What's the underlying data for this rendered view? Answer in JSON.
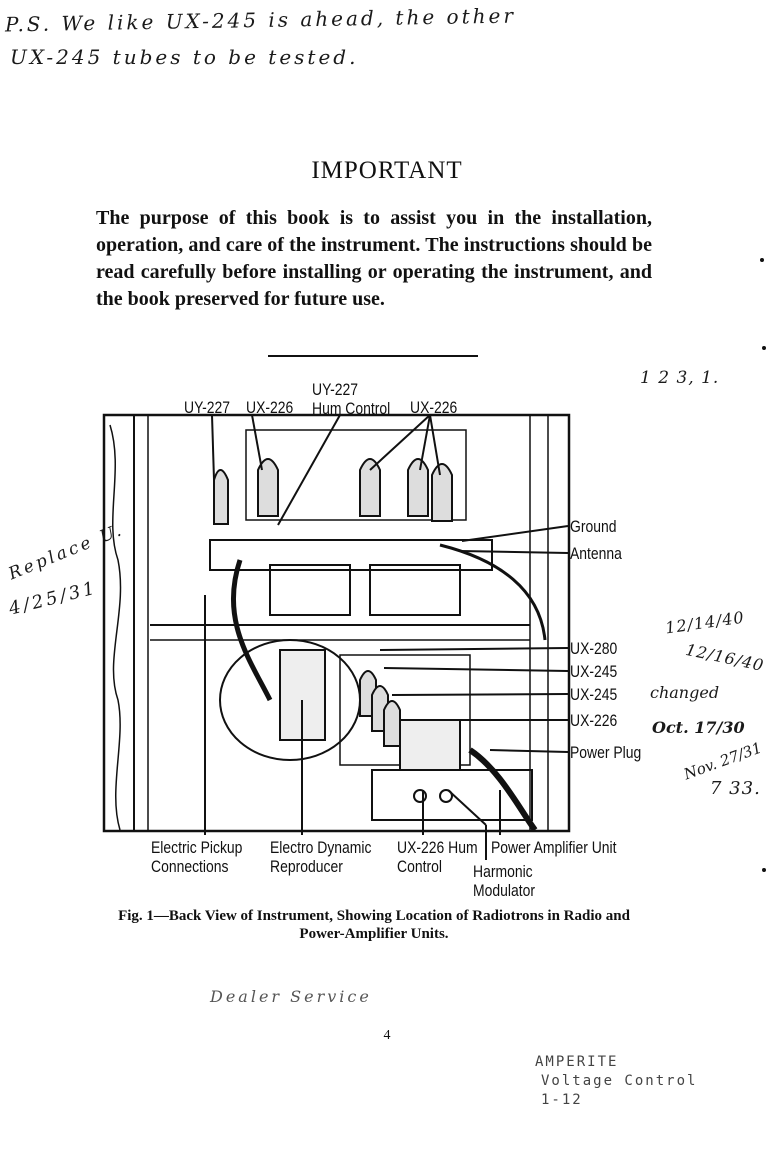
{
  "handwriting": {
    "top_line_1": "P.S. We like UX-245 is ahead, the other",
    "top_line_2": "UX-245 tubes to be tested.",
    "middle_note": "Replace U.",
    "middle_date": "4/25/31",
    "right_note_a": "1 2 3, 1.",
    "right_date_1": "12/14/40",
    "right_date_2": "12/16/40",
    "right_word": "changed",
    "right_date_3": "Oct. 17/30",
    "right_date_4": "Nov. 27/31",
    "right_year": "7 33.",
    "bottom_scrawl": "Dealer Service"
  },
  "heading": "IMPORTANT",
  "intro_text": "The purpose of this book is to assist you in the installation, operation, and care of the instrument. The instructions should be read carefully before installing or operating the instrument, and the book preserved for future use.",
  "figure_labels": {
    "uy227_hum": "UY-227\nHum Control",
    "uy227_left": "UY-227",
    "ux226_left": "UX-226",
    "ux226_right": "UX-226",
    "ground": "Ground",
    "antenna": "Antenna",
    "ux280": "UX-280",
    "ux245_a": "UX-245",
    "ux245_b": "UX-245",
    "ux226_amp": "UX-226",
    "power_plug": "Power Plug",
    "electric_pickup": "Electric Pickup\nConnections",
    "electro_dynamic": "Electro Dynamic\nReproducer",
    "ux226_hum": "UX-226 Hum\nControl",
    "harmonic": "Harmonic\nModulator",
    "power_amp": "Power Amplifier Unit"
  },
  "caption": "Fig. 1—Back View of Instrument, Showing Location of Radiotrons in Radio and Power-Amplifier Units.",
  "page_number": "4",
  "stamp": {
    "line_1": "AMPERITE",
    "line_2": "Voltage Control",
    "line_3": "1-12"
  }
}
